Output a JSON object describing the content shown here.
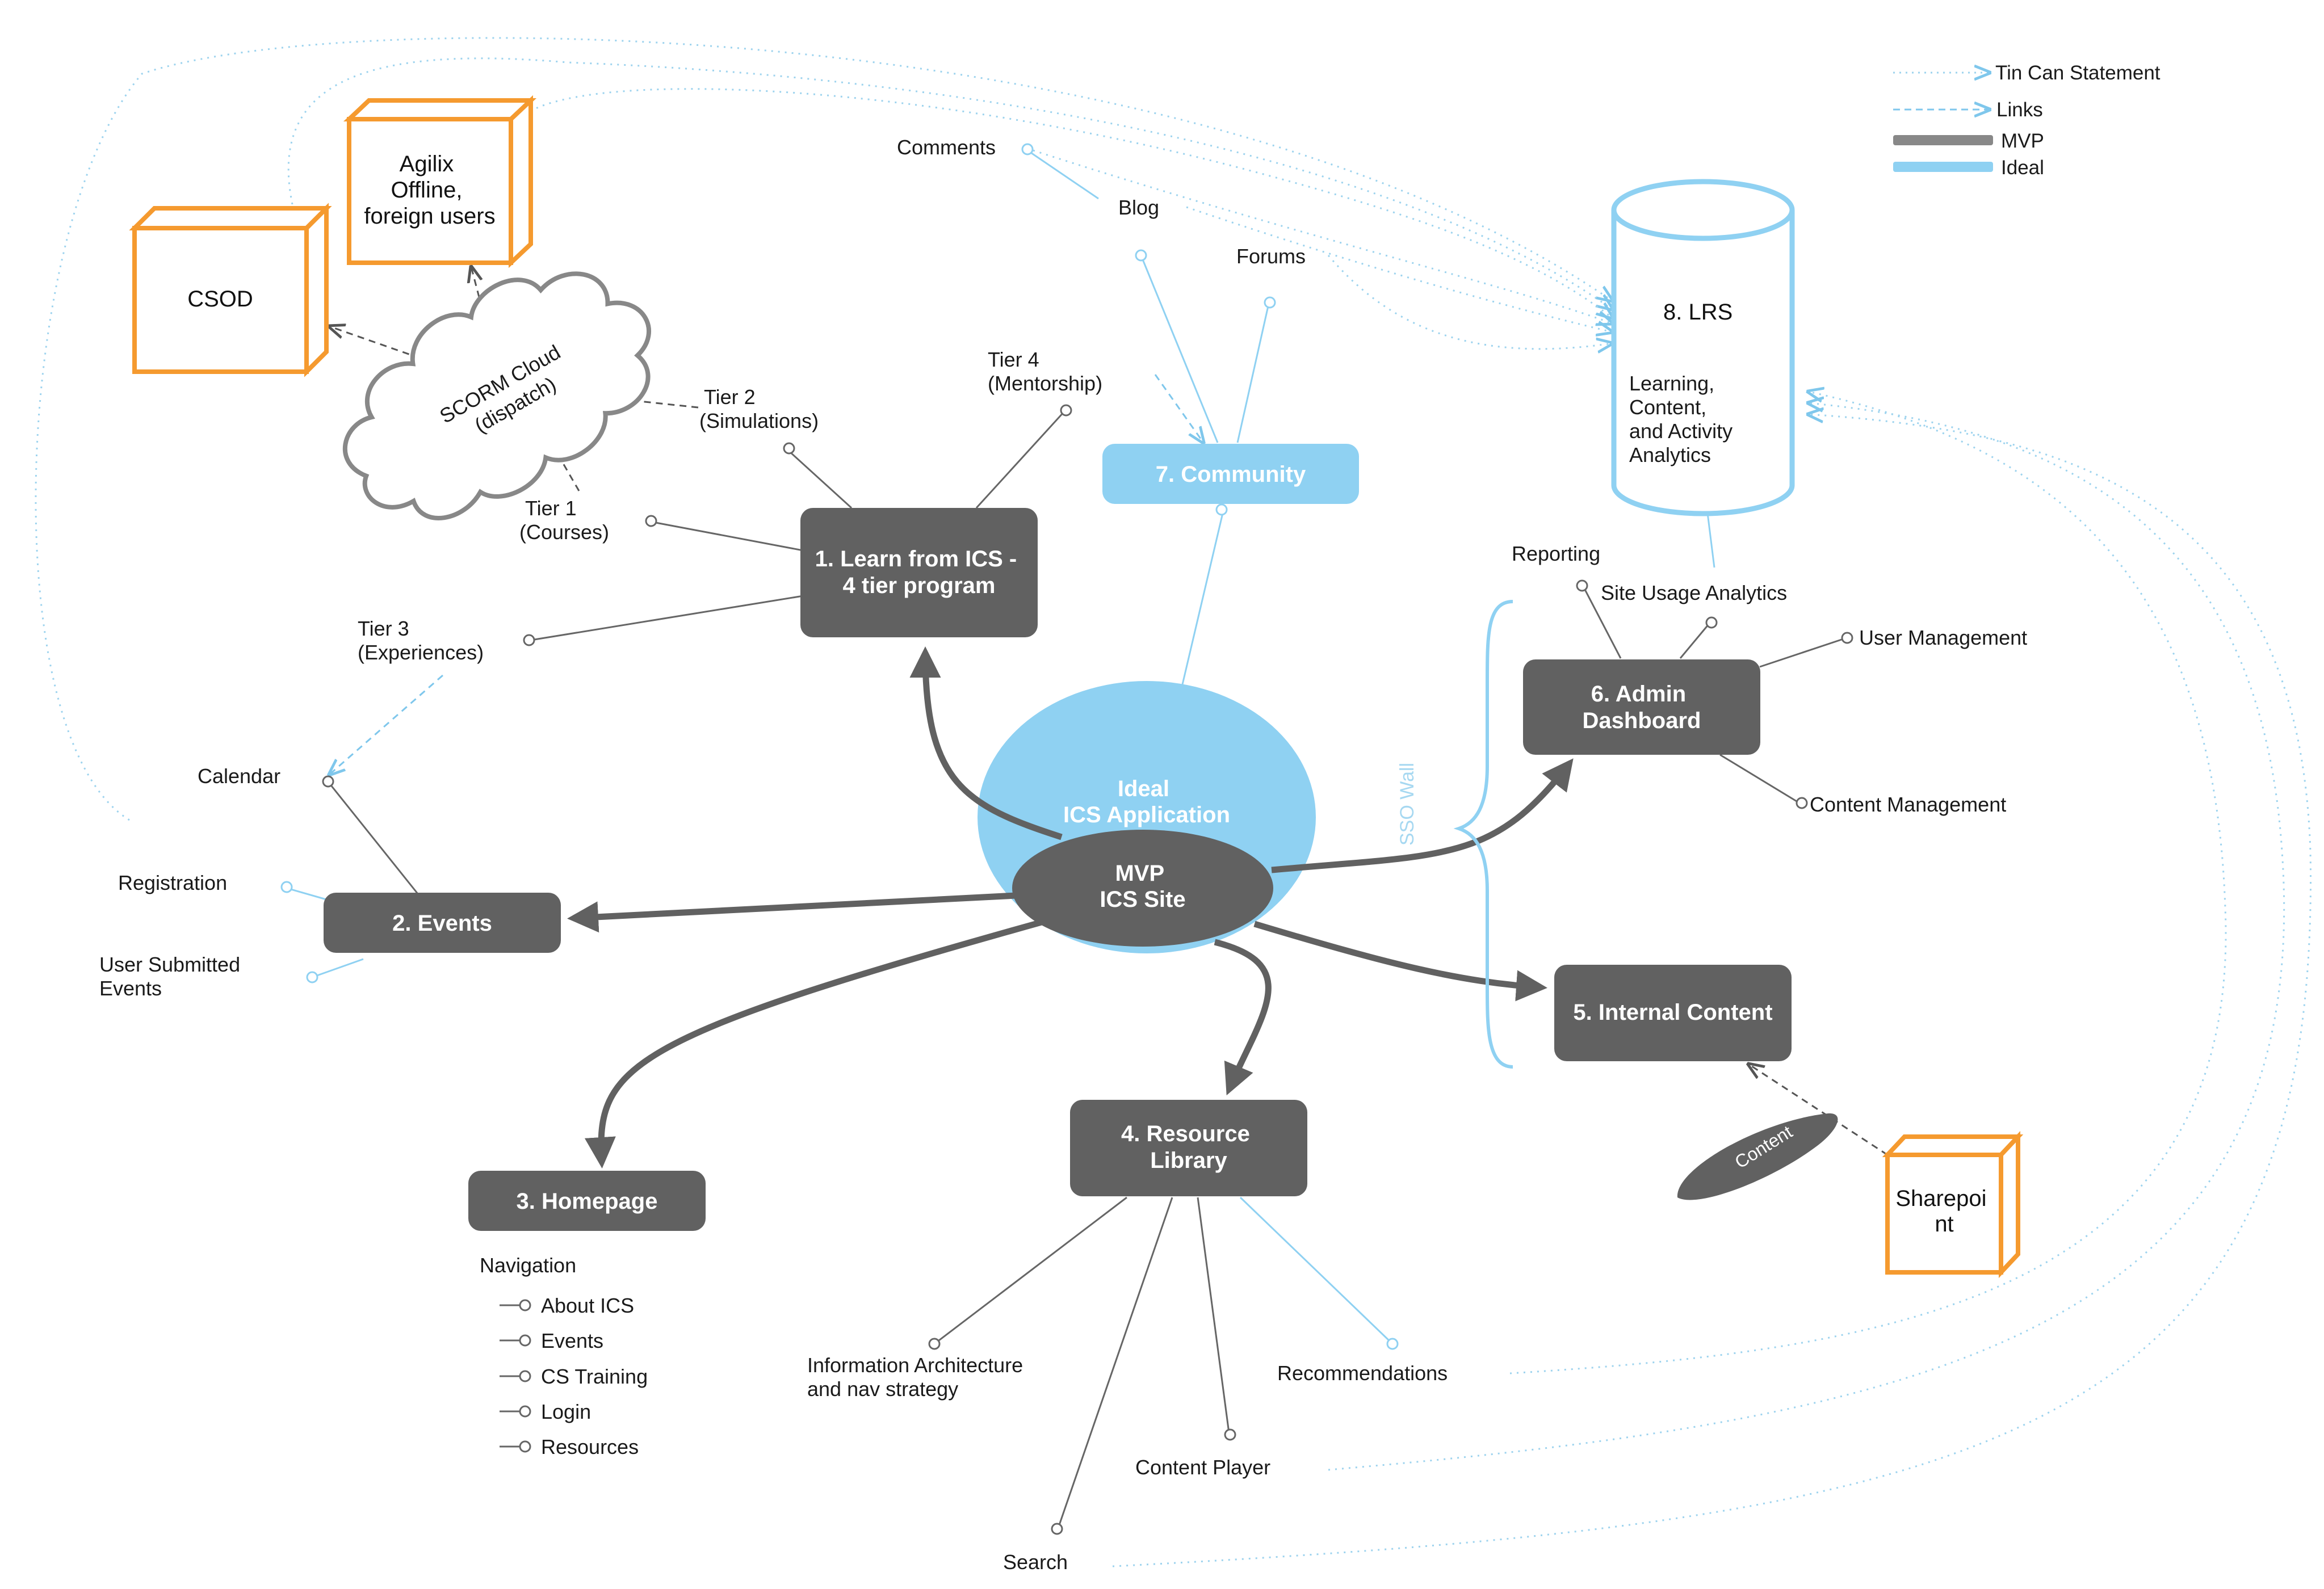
{
  "colors": {
    "mvp": "#616161",
    "ideal": "#8fd1f2",
    "ideal_text": "#a6d8f1",
    "vendor": "#f59a2f",
    "tin_can": "#9dd3ee",
    "link": "#7fc7ec"
  },
  "legend": {
    "tin_can": "Tin Can Statement",
    "links": "Links",
    "mvp": "MVP",
    "ideal": "Ideal"
  },
  "center": {
    "ideal": [
      "Ideal",
      "ICS Application"
    ],
    "mvp": [
      "MVP",
      "ICS Site"
    ]
  },
  "nodes": {
    "learn": [
      "1. Learn from ICS -",
      "4 tier program"
    ],
    "events": [
      "2. Events"
    ],
    "homepage": [
      "3. Homepage"
    ],
    "resource": [
      "4. Resource",
      "Library"
    ],
    "internal": [
      "5. Internal Content"
    ],
    "admin": [
      "6. Admin",
      "Dashboard"
    ],
    "community": [
      "7. Community"
    ]
  },
  "lrs": {
    "title": "8. LRS",
    "desc": [
      "Learning,",
      "Content,",
      "and Activity",
      "Analytics"
    ]
  },
  "vendors": {
    "csod": [
      "CSOD"
    ],
    "agilix": [
      "Agilix",
      "Offline,",
      "foreign users"
    ],
    "sharepoint": [
      "Sharepoi",
      "nt"
    ]
  },
  "scorm": [
    "SCORM Cloud",
    "(dispatch)"
  ],
  "sso": "SSO Wall",
  "content_tag": "Content",
  "learn_items": {
    "tier1": [
      "Tier 1",
      "(Courses)"
    ],
    "tier2": [
      "Tier 2",
      "(Simulations)"
    ],
    "tier3": [
      "Tier 3",
      "(Experiences)"
    ],
    "tier4": [
      "Tier 4",
      "(Mentorship)"
    ]
  },
  "events_items": {
    "calendar": "Calendar",
    "registration": "Registration",
    "user_submitted": [
      "User Submitted",
      "Events"
    ]
  },
  "community_items": {
    "comments": "Comments",
    "blog": "Blog",
    "forums": "Forums"
  },
  "admin_items": {
    "reporting": "Reporting",
    "site_usage": "Site Usage Analytics",
    "user_mgmt": "User Management",
    "content_mgmt": "Content Management"
  },
  "homepage_nav": {
    "title": "Navigation",
    "items": [
      "About ICS",
      "Events",
      "CS Training",
      "Login",
      "Resources"
    ]
  },
  "resource_items": {
    "info_arch": [
      "Information Architecture",
      " and nav strategy"
    ],
    "recommendations": "Recommendations",
    "content_player": "Content Player",
    "search": "Search"
  }
}
